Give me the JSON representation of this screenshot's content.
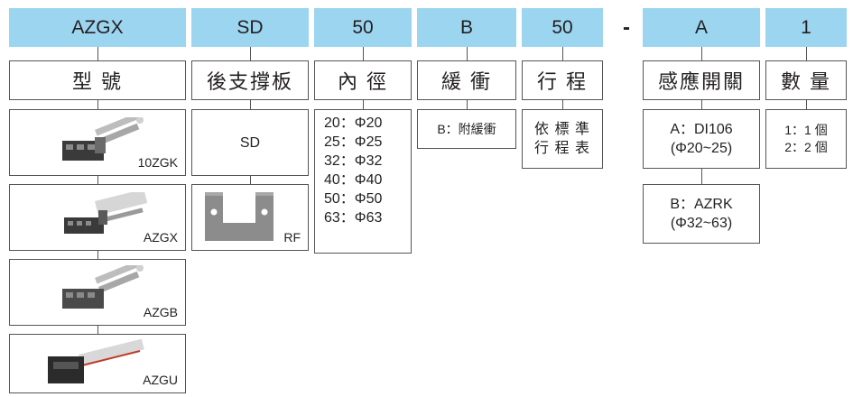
{
  "columns": [
    {
      "code": "AZGX",
      "title": "型 號"
    },
    {
      "code": "SD",
      "title": "後支撐板"
    },
    {
      "code": "50",
      "title": "內 徑"
    },
    {
      "code": "B",
      "title": "緩 衝"
    },
    {
      "code": "50",
      "title": "行 程"
    },
    {
      "code": "A",
      "title": "感應開關"
    },
    {
      "code": "1",
      "title": "數 量"
    }
  ],
  "separator": "-",
  "model_options": [
    "10ZGK",
    "AZGX",
    "AZGB",
    "AZGU"
  ],
  "support_options": [
    "SD",
    "RF"
  ],
  "bore_options": [
    "20：Φ20",
    "25：Φ25",
    "32：Φ32",
    "40：Φ40",
    "50：Φ50",
    "63：Φ63"
  ],
  "cushion_option": "B：附緩衝",
  "stroke_option": [
    "依 標 準",
    "行 程 表"
  ],
  "switch_options": [
    {
      "line1": "A：DI106",
      "line2": "(Φ20~25)"
    },
    {
      "line1": "B：AZRK",
      "line2": "(Φ32~63)"
    }
  ],
  "quantity_options": [
    "1：1 個",
    "2：2 個"
  ],
  "colors": {
    "header_bg": "#9cd5f0",
    "line": "#555555",
    "product_dark": "#3a3a3a",
    "product_gray": "#8a8a8a"
  }
}
